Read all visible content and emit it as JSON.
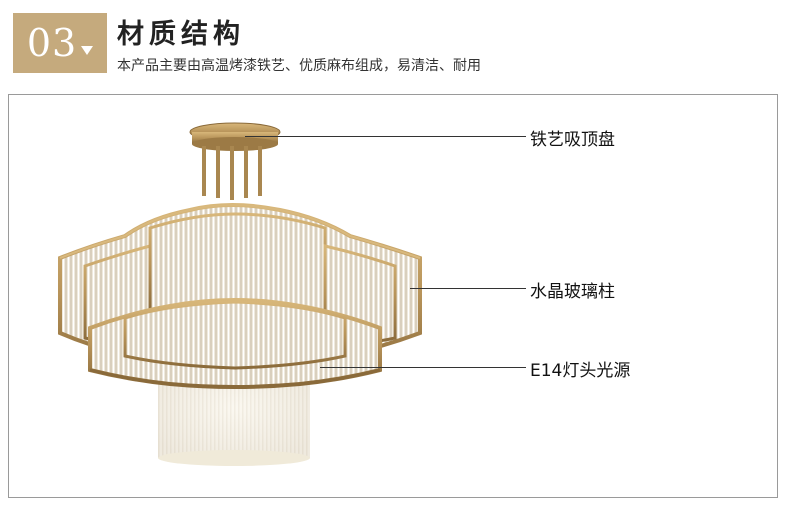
{
  "header": {
    "section_number": "03",
    "title": "材质结构",
    "description": "本产品主要由高温烤漆铁艺、优质麻布组成，易清洁、耐用"
  },
  "callouts": [
    {
      "label": "铁艺吸顶盘"
    },
    {
      "label": "水晶玻璃柱"
    },
    {
      "label": "E14灯头光源"
    }
  ],
  "colors": {
    "accent": "#c5aa7d",
    "brass": "#b8945a",
    "frame": "#9a9a9a"
  },
  "image": {
    "subject": "chandelier-icon"
  }
}
